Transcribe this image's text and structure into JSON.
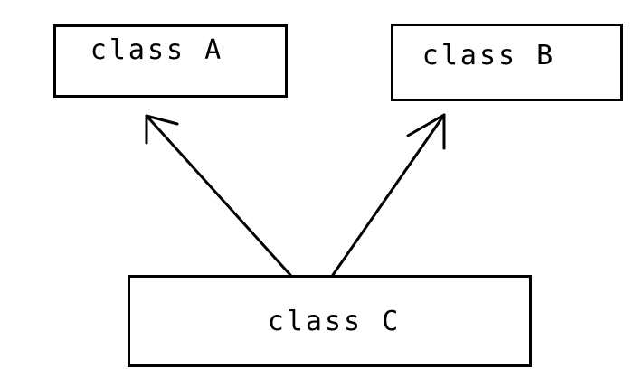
{
  "diagram": {
    "classes": [
      {
        "id": "a",
        "label": "class A"
      },
      {
        "id": "b",
        "label": "class B"
      },
      {
        "id": "c",
        "label": "class C"
      }
    ],
    "relations": [
      {
        "from": "c",
        "to": "a",
        "type": "arrow"
      },
      {
        "from": "c",
        "to": "b",
        "type": "arrow"
      }
    ],
    "colors": {
      "stroke": "#000000",
      "background": "#ffffff",
      "text": "#000000"
    }
  }
}
